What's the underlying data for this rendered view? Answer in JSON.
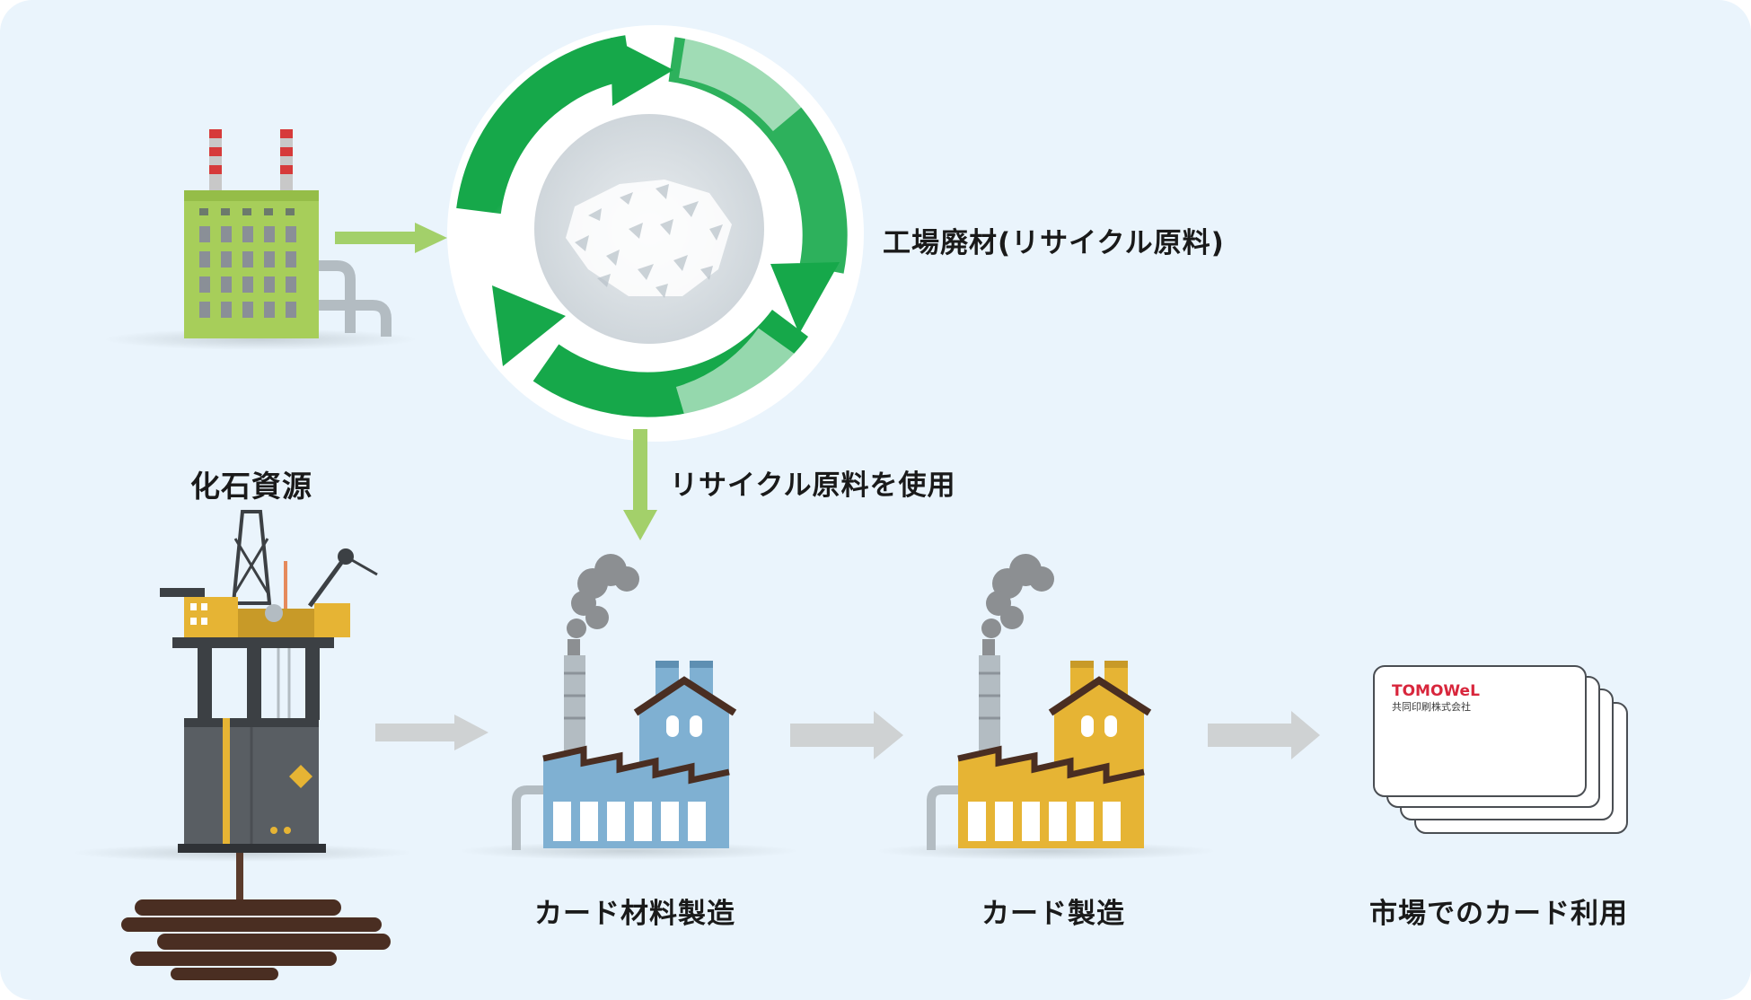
{
  "labels": {
    "waste": "工場廃材(リサイクル原料)",
    "fossil": "化石資源",
    "use_recycled": "リサイクル原料を使用",
    "material_mfg": "カード材料製造",
    "card_mfg": "カード製造",
    "market": "市場でのカード利用"
  },
  "card": {
    "brand": "TOMOWeL",
    "company": "共同印刷株式会社"
  },
  "colors": {
    "background": "#eaf4fc",
    "cycle_green": "#16a84a",
    "flow_arrow_green": "#a3d06a",
    "flow_arrow_gray": "#cfd2d3",
    "waste_factory": "#a7ce5a",
    "material_factory": "#7fb0d2",
    "card_factory": "#e6b434",
    "brand_red": "#d8263c"
  },
  "icons": [
    "waste-factory-icon",
    "recycle-cycle-icon",
    "plastic-flakes-image",
    "oil-platform-icon",
    "oil-spill-icon",
    "material-factory-icon",
    "card-factory-icon",
    "card-stack-icon"
  ]
}
